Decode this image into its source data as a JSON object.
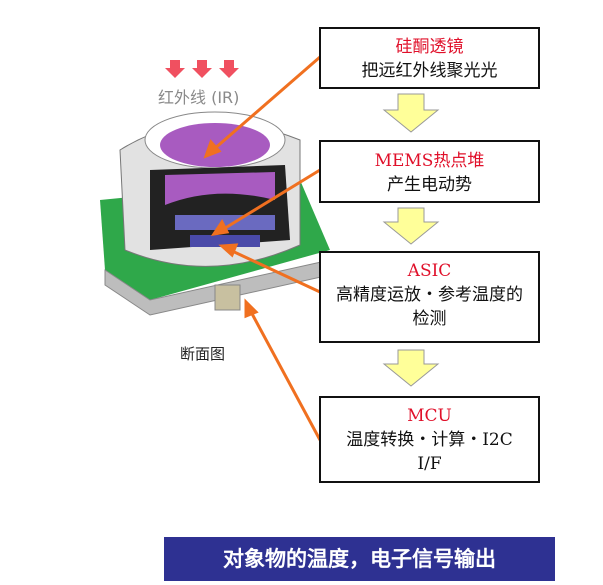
{
  "ir_label": "红外线 (IR)",
  "section_caption": "断面图",
  "boxes": [
    {
      "title": "硅酮透镜",
      "body": "把远红外线聚光光"
    },
    {
      "title": "MEMS热点堆",
      "body": "产生电动势"
    },
    {
      "title": "ASIC",
      "body": "高精度运放・参考温度的检测"
    },
    {
      "title": "MCU",
      "body": "温度转换・计算・I2C I/F"
    }
  ],
  "banner": "对象物的温度，电子信号输出",
  "colors": {
    "title_red": "#e0102a",
    "banner": "#2e3192",
    "arrow": "#f07020",
    "flow_arrow": "#ffff99"
  }
}
